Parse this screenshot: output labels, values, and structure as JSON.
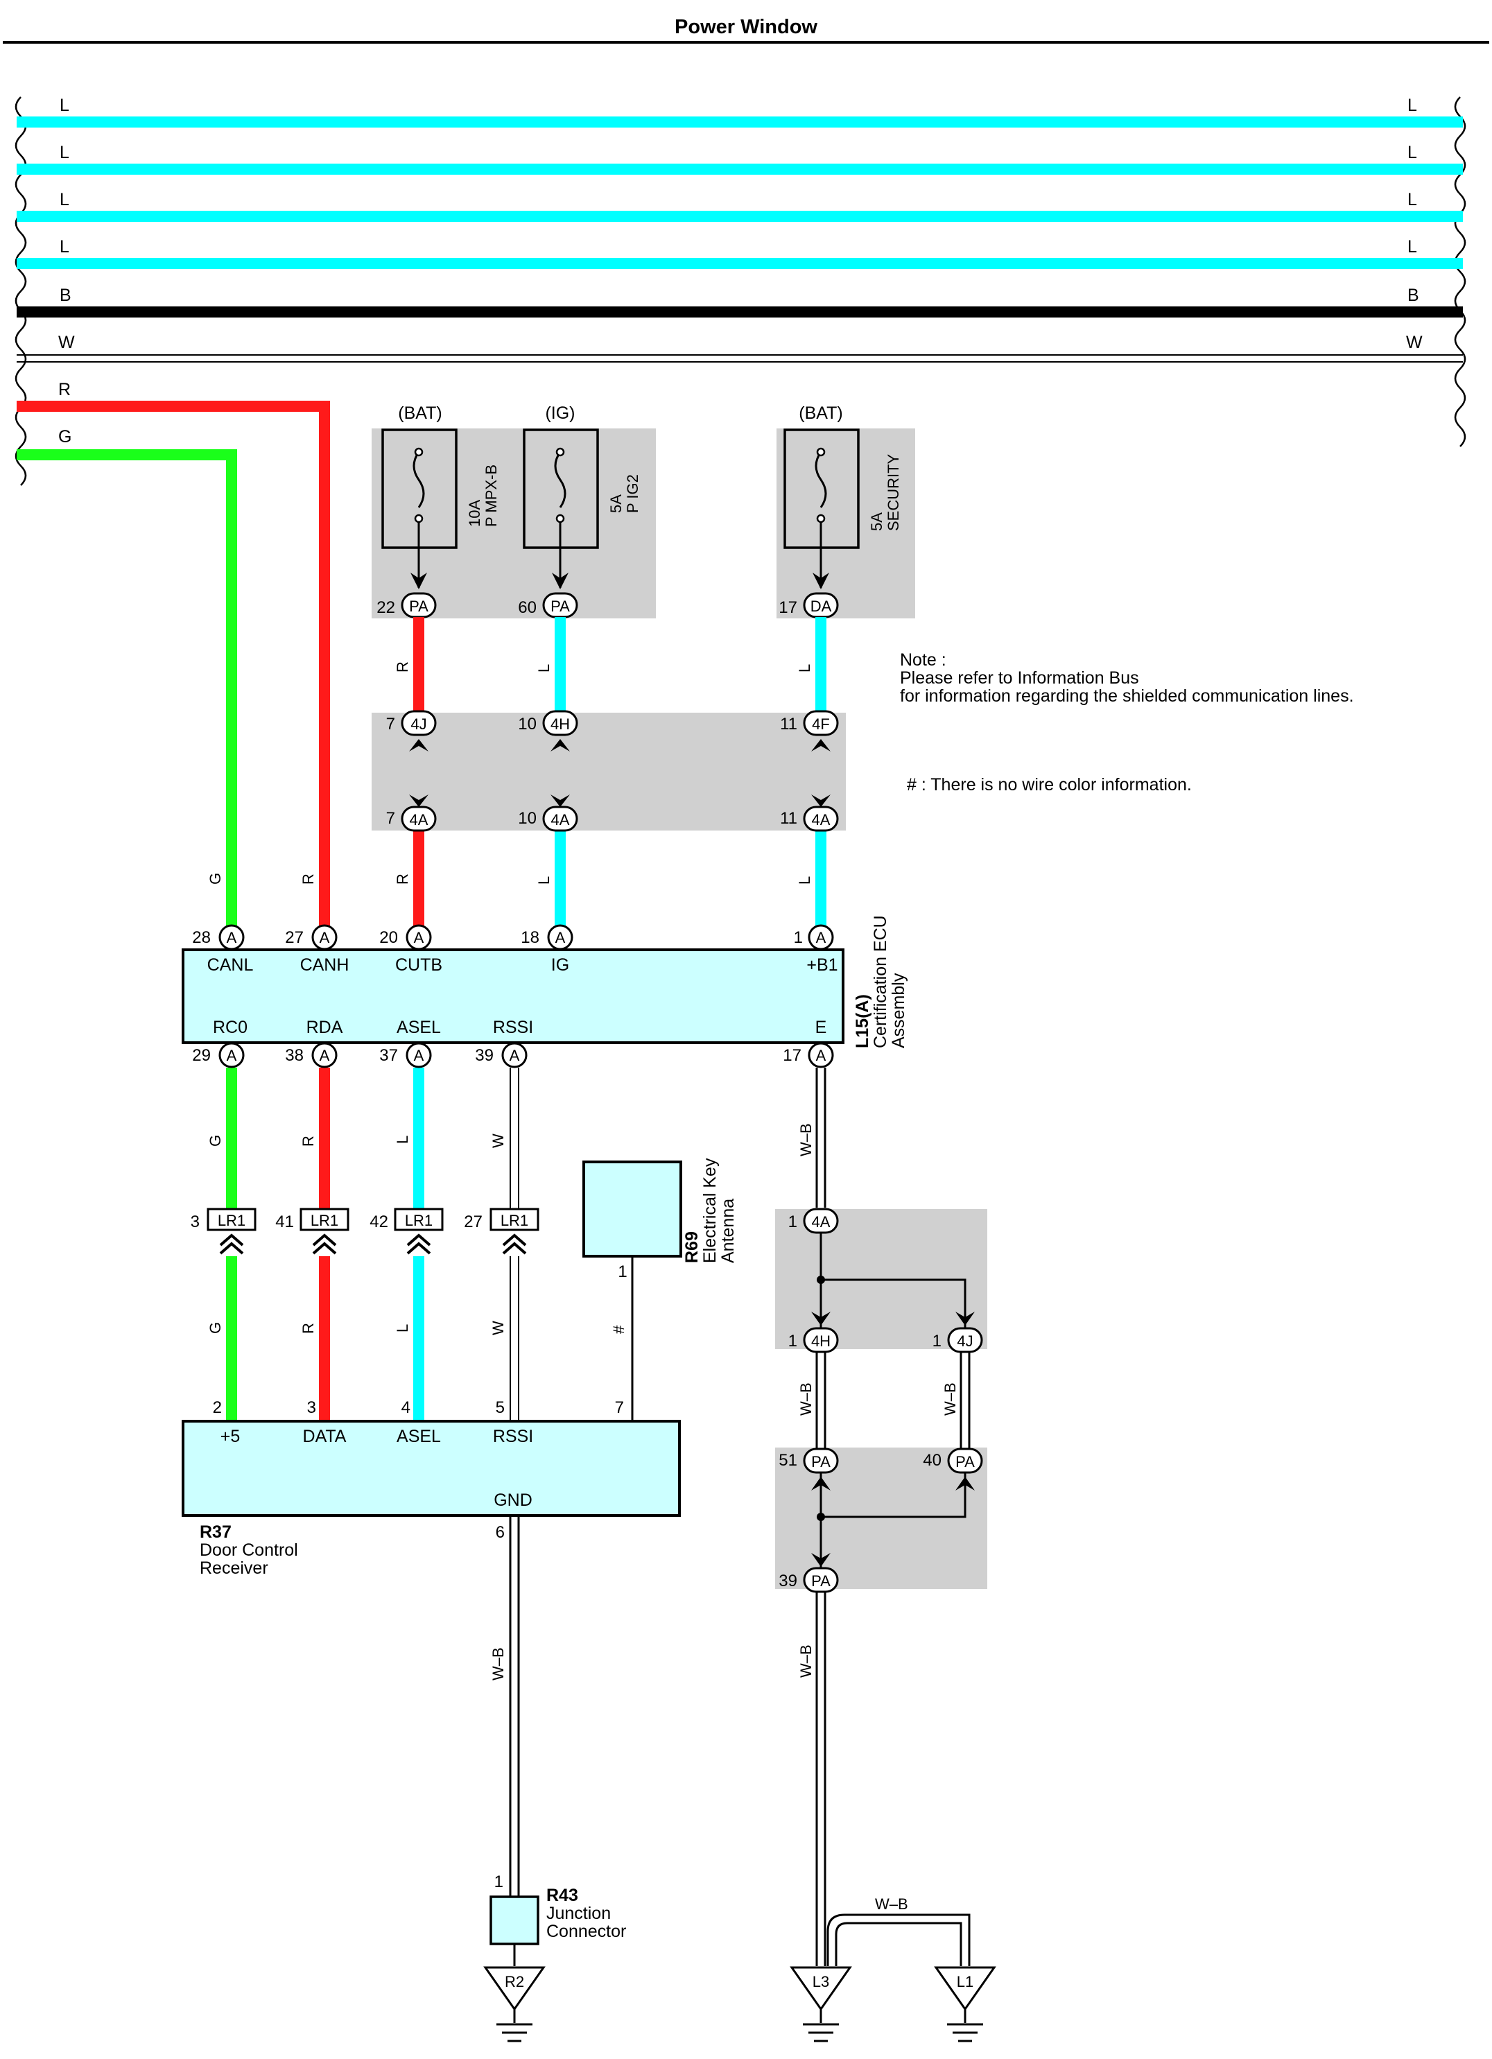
{
  "title": "Power Window",
  "bus": {
    "wire_colors": [
      "L",
      "L",
      "L",
      "L",
      "B",
      "W",
      "R",
      "G"
    ]
  },
  "power_sources": [
    {
      "source": "(BAT)",
      "amp": "10A",
      "name": "P MPX-B",
      "pin": "22",
      "conn": "PA"
    },
    {
      "source": "(IG)",
      "amp": "5A",
      "name": "P IG2",
      "pin": "60",
      "conn": "PA"
    },
    {
      "source": "(BAT)",
      "amp": "5A",
      "name": "SECURITY",
      "pin": "17",
      "conn": "DA"
    }
  ],
  "junctions": [
    {
      "pin": "7",
      "top": "4J",
      "bottom": "4A"
    },
    {
      "pin": "10",
      "top": "4H",
      "bottom": "4A"
    },
    {
      "pin": "11",
      "top": "4F",
      "bottom": "4A"
    }
  ],
  "notes": {
    "line1": "Note :",
    "line2": "Please refer to Information Bus",
    "line3": "for information regarding the shielded communication lines.",
    "hash": "# : There is no wire color information."
  },
  "ecu": {
    "code": "L15(A)",
    "name1": "Certification ECU",
    "name2": "Assembly",
    "conn": "A",
    "top_pins": [
      {
        "pin": "28",
        "label": "CANL",
        "wire": "G"
      },
      {
        "pin": "27",
        "label": "CANH",
        "wire": "R"
      },
      {
        "pin": "20",
        "label": "CUTB",
        "wire": "R"
      },
      {
        "pin": "18",
        "label": "IG",
        "wire": "L"
      },
      {
        "pin": "1",
        "label": "+B1",
        "wire": "L"
      }
    ],
    "bottom_pins": [
      {
        "pin": "29",
        "label": "RC0",
        "wire": "G"
      },
      {
        "pin": "38",
        "label": "RDA",
        "wire": "R"
      },
      {
        "pin": "37",
        "label": "ASEL",
        "wire": "L"
      },
      {
        "pin": "39",
        "label": "RSSI",
        "wire": "W"
      },
      {
        "pin": "17",
        "label": "E",
        "wire": "W–B"
      }
    ]
  },
  "lr1": {
    "conn": "LR1",
    "pins": [
      "3",
      "41",
      "42",
      "27"
    ]
  },
  "antenna": {
    "code": "R69",
    "name1": "Electrical Key",
    "name2": "Antenna",
    "pin": "1",
    "wire": "#"
  },
  "receiver": {
    "code": "R37",
    "name1": "Door Control",
    "name2": "Receiver",
    "pins": [
      {
        "pin": "2",
        "label": "+5"
      },
      {
        "pin": "3",
        "label": "DATA"
      },
      {
        "pin": "4",
        "label": "ASEL"
      },
      {
        "pin": "5",
        "label": "RSSI"
      },
      {
        "pin": "7",
        "label": ""
      }
    ],
    "gnd_label": "GND",
    "gnd_pin": "6",
    "gnd_wire": "W–B"
  },
  "ground_junctions": {
    "j1_pin": "1",
    "j1_conn": "4A",
    "j2_pin": "1",
    "j2_conn": "4H",
    "j3_pin": "1",
    "j3_conn": "4J",
    "wire": "W–B",
    "pa1_pin": "51",
    "pa1_conn": "PA",
    "pa2_pin": "40",
    "pa2_conn": "PA",
    "pa3_pin": "39",
    "pa3_conn": "PA"
  },
  "junction_connector": {
    "code": "R43",
    "name1": "Junction",
    "name2": "Connector",
    "pin": "1"
  },
  "grounds": [
    "R2",
    "L3",
    "L1"
  ],
  "colors": {
    "blue": "#00ffff",
    "red": "#ff1a1a",
    "green": "#1aff1a",
    "box": "#ccffff",
    "shade": "#d0d0d0"
  }
}
